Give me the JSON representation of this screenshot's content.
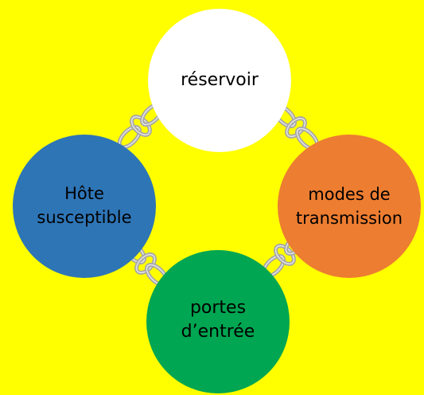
{
  "colors": {
    "background": "#FFFF00",
    "reservoir": "#FFFFFF",
    "transmission": "#ED7D31",
    "entry": "#00A651",
    "host": "#2E75B6",
    "chain": "#A6A6A6"
  },
  "nodes": [
    {
      "id": "reservoir",
      "label": "réservoir",
      "text_color": "#000000"
    },
    {
      "id": "transmission",
      "label": "modes de\ntransmission",
      "text_color": "#000000"
    },
    {
      "id": "entry",
      "label": "portes\nd’entrée",
      "text_color": "#000000"
    },
    {
      "id": "host",
      "label": "Hôte\nsusceptible",
      "text_color": "#000000"
    }
  ],
  "links": [
    {
      "from": "reservoir",
      "to": "transmission",
      "icon": "chain-link-icon"
    },
    {
      "from": "transmission",
      "to": "entry",
      "icon": "chain-link-icon"
    },
    {
      "from": "entry",
      "to": "host",
      "icon": "chain-link-icon"
    },
    {
      "from": "host",
      "to": "reservoir",
      "icon": "chain-link-icon"
    }
  ]
}
